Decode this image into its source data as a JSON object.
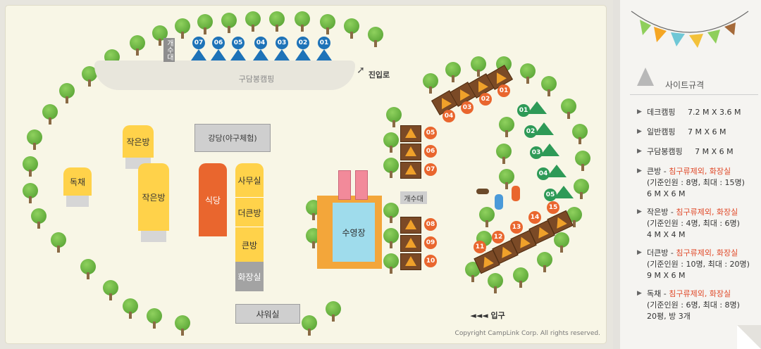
{
  "map": {
    "labels": {
      "gudambong": "구담봉캠핑",
      "gaesu_top": "개수대",
      "gaesu_mid": "개수대",
      "entry_road": "진입로",
      "hall": "강당(야구체험)",
      "small_room1": "작은방",
      "small_room2": "작은방",
      "dokchae": "독채",
      "sikdang": "식당",
      "samusil": "사무실",
      "deokeunbang": "더큰방",
      "keunbang": "큰방",
      "hwajangsil": "화장실",
      "syawosil": "샤워실",
      "pool": "수영장",
      "entrance": "◄◄◄ 입구",
      "copyright": "Copyright CampLink Corp. All rights reserved."
    },
    "blue_sites": [
      "07",
      "06",
      "05",
      "04",
      "03",
      "02",
      "01"
    ],
    "deck_top": [
      "04",
      "03",
      "02",
      "01"
    ],
    "deck_mid": [
      "05",
      "06",
      "07"
    ],
    "deck_low": [
      "08",
      "09",
      "10"
    ],
    "deck_bottom": [
      "11",
      "12",
      "13",
      "14",
      "15"
    ],
    "green_sites": [
      "01",
      "02",
      "03",
      "04",
      "05"
    ]
  },
  "sidebar": {
    "title": "사이트규격",
    "items": [
      {
        "name": "데크캠핑",
        "size": "7.2 M X 3.6 M"
      },
      {
        "name": "일반캠핑",
        "size": "7 M X 6 M"
      },
      {
        "name": "구담봉캠핑",
        "size": "7 M X 6 M"
      }
    ],
    "rooms": [
      {
        "name": "큰방",
        "note": "침구류제외, 화장실",
        "cap": "(기준인원 : 8명, 최대 : 15명)",
        "size": "6 M X 6 M"
      },
      {
        "name": "작은방",
        "note": "침구류제외, 화장실",
        "cap": "(기준인원 : 4명, 최대 : 6명)",
        "size": "4 M X 4 M"
      },
      {
        "name": "더큰방",
        "note": "침구류제외, 화장실",
        "cap": "(기준인원 : 10명, 최대 : 20명)",
        "size": "9 M X 6 M"
      },
      {
        "name": "독채",
        "note": "침구류제외, 화장실",
        "cap": "(기준인원 : 6명, 최대 : 8명)",
        "size": "20평, 방 3개"
      }
    ]
  }
}
